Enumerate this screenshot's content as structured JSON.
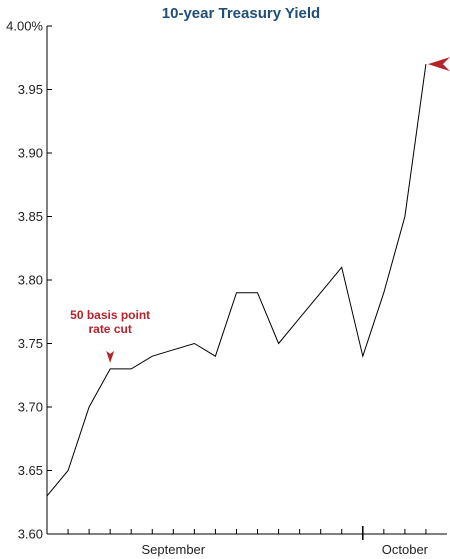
{
  "chart_data": {
    "type": "line",
    "title": "10-year Treasury Yield",
    "xlabel": "",
    "ylabel": "",
    "ylim": [
      3.6,
      4.0
    ],
    "yticks": [
      {
        "value": 4.0,
        "label": "4.00%"
      },
      {
        "value": 3.95,
        "label": "3.95"
      },
      {
        "value": 3.9,
        "label": "3.90"
      },
      {
        "value": 3.85,
        "label": "3.85"
      },
      {
        "value": 3.8,
        "label": "3.80"
      },
      {
        "value": 3.75,
        "label": "3.75"
      },
      {
        "value": 3.7,
        "label": "3.70"
      },
      {
        "value": 3.65,
        "label": "3.65"
      },
      {
        "value": 3.6,
        "label": "3.60"
      }
    ],
    "xlim": [
      0,
      19
    ],
    "x_day_ticks": [
      1,
      2,
      3,
      4,
      5,
      6,
      7,
      8,
      9,
      10,
      11,
      12,
      13,
      14,
      15,
      16,
      17,
      18
    ],
    "x_labels": [
      {
        "label": "September",
        "at": 6
      },
      {
        "label": "October",
        "at": 17
      }
    ],
    "x_separator_at": 15,
    "series": [
      {
        "values": [
          3.63,
          3.65,
          3.7,
          3.73,
          3.73,
          3.74,
          3.745,
          3.75,
          3.74,
          3.79,
          3.79,
          3.75,
          3.77,
          3.79,
          3.81,
          3.74,
          3.79,
          3.85,
          3.97
        ]
      }
    ],
    "annotations": [
      {
        "lines": [
          "50 basis point",
          "rate cut"
        ],
        "index": 3
      }
    ],
    "end_marker_index": 18,
    "grid": false,
    "colors": {
      "line": "#000000",
      "title": "#1f4e79",
      "annotation": "#b5232a",
      "axis": "#000000"
    }
  }
}
